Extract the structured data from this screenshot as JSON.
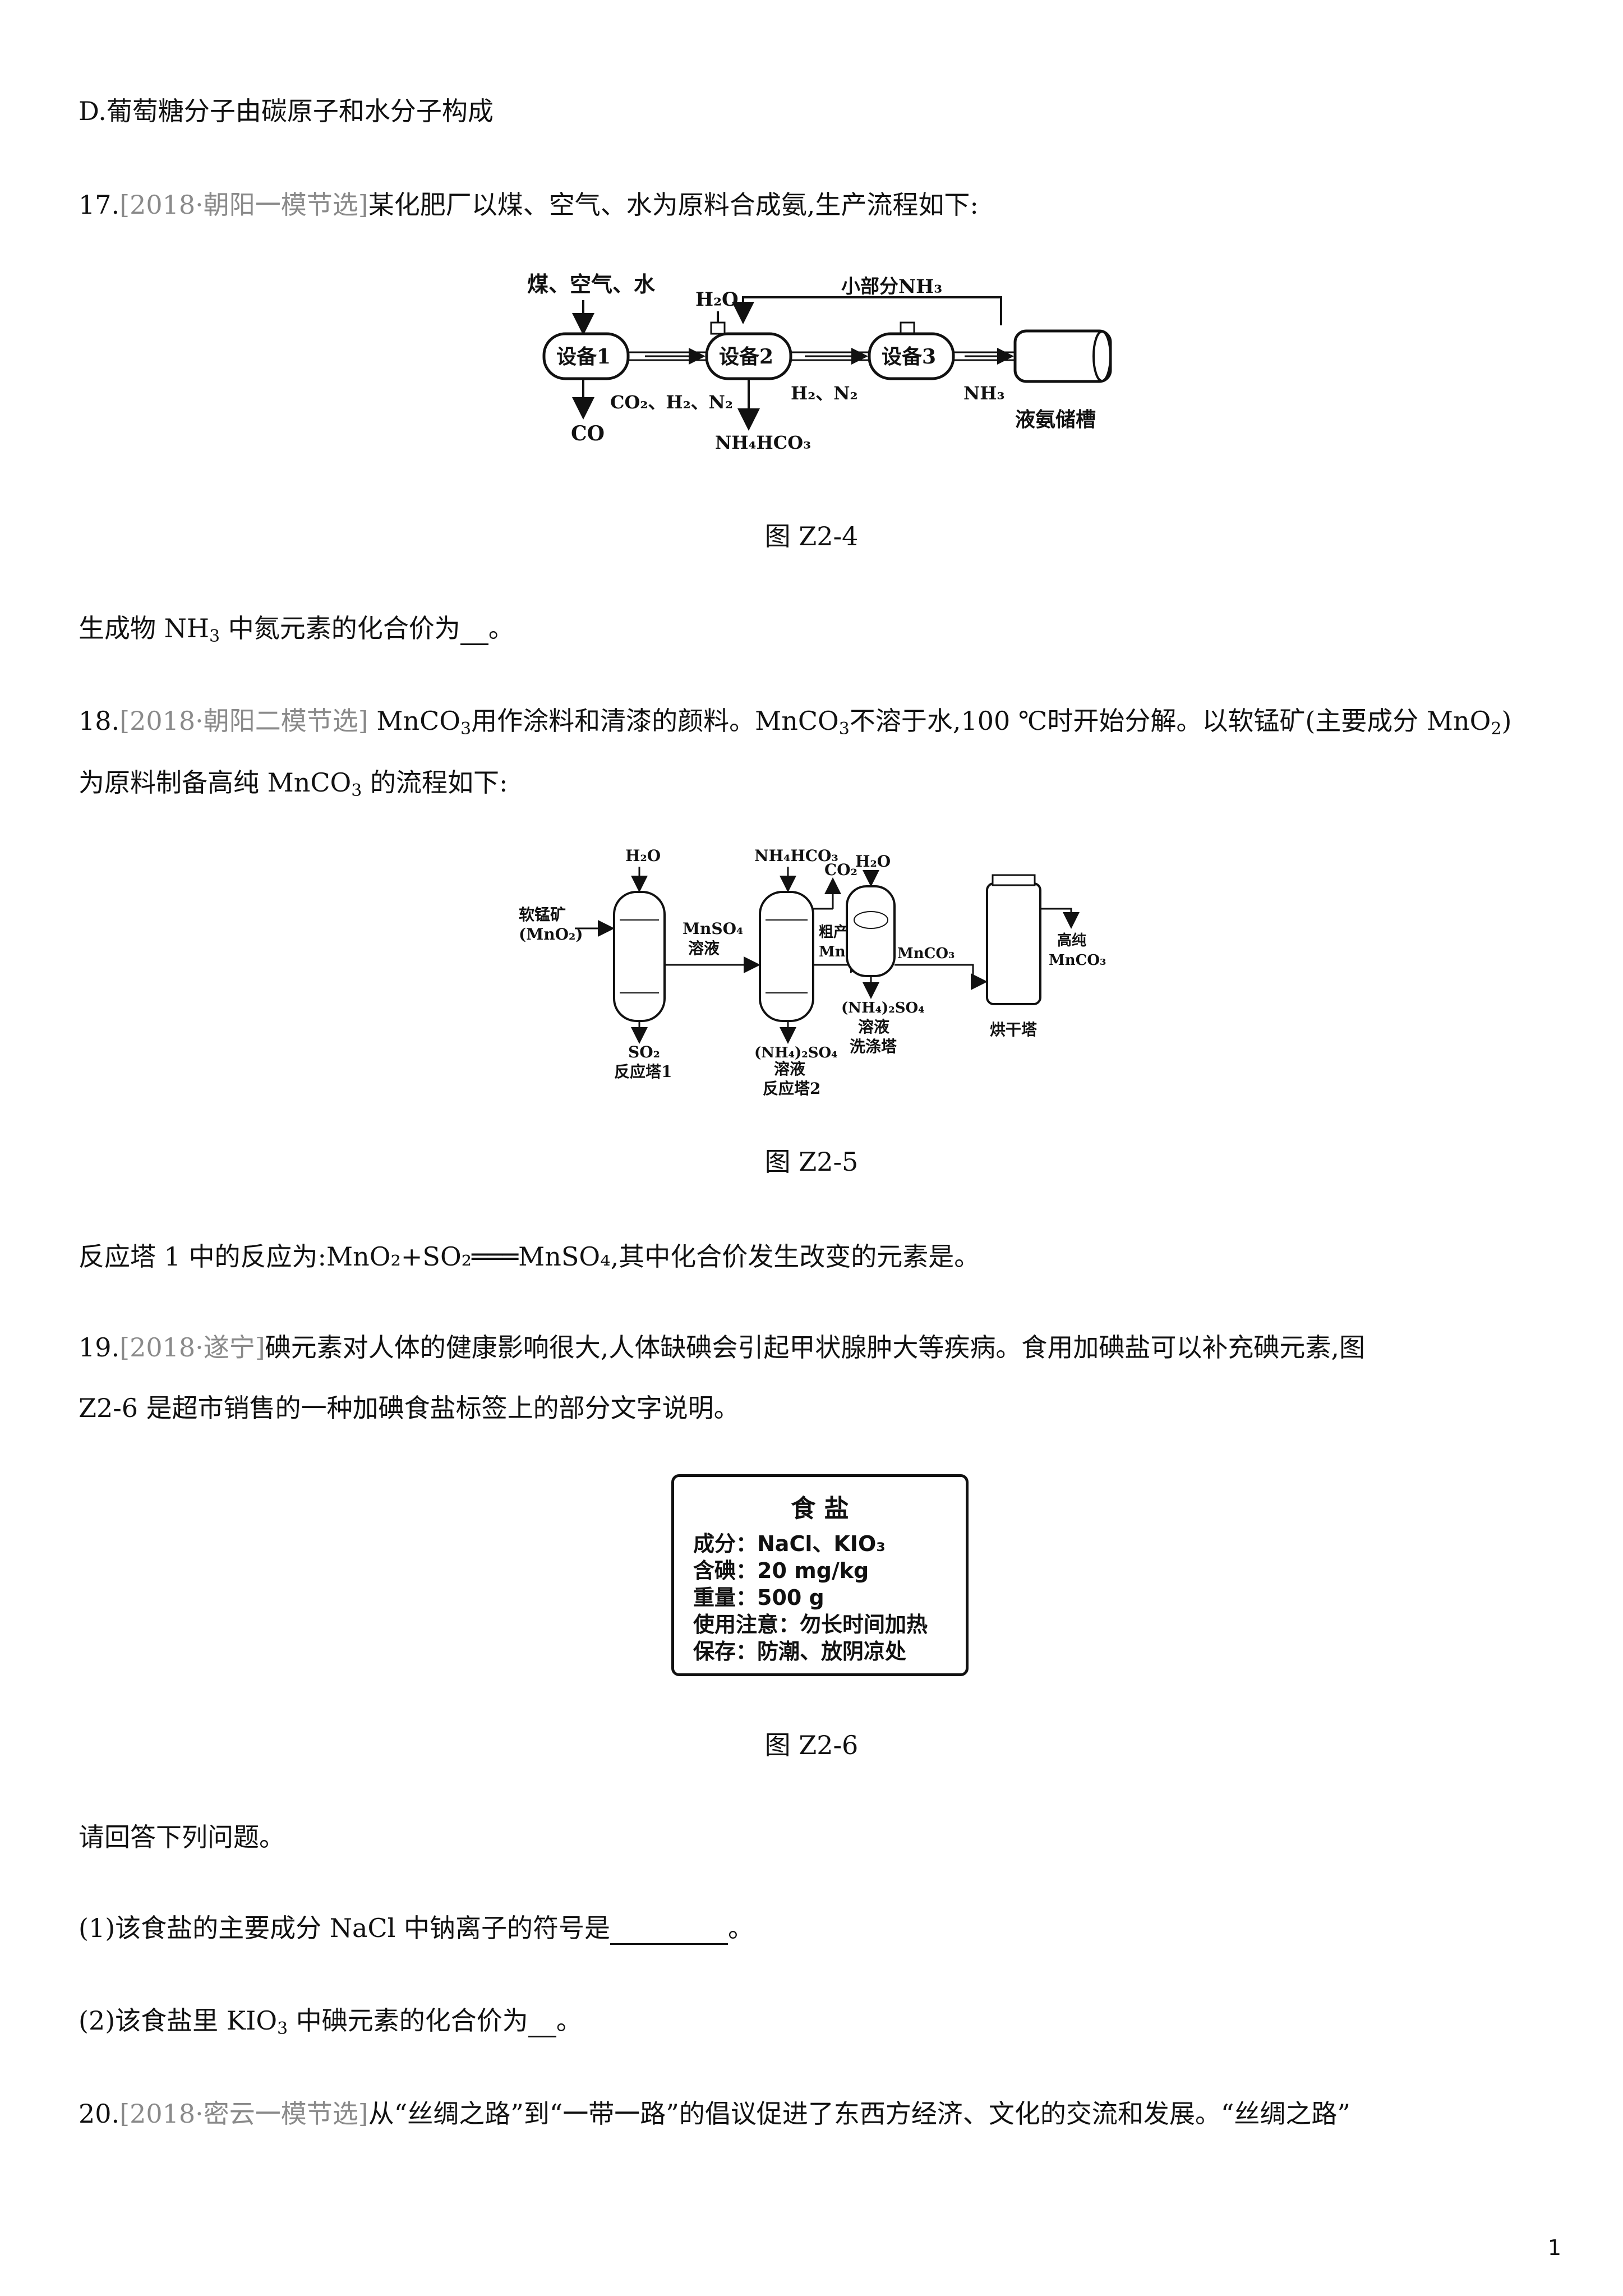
{
  "line_d": "D.葡萄糖分子由碳原子和水分子构成",
  "q17": {
    "num": "17.",
    "source": "[2018·朝阳一模节选]",
    "text": "某化肥厂以煤、空气、水为原料合成氨,生产流程如下:",
    "fig": {
      "input_top": "煤、空气、水",
      "h2o": "H₂O",
      "recycle": "小部分NH₃",
      "dev1": "设备1",
      "dev2": "设备2",
      "dev3": "设备3",
      "co": "CO",
      "gas12": "CO₂、H₂、N₂",
      "gas23": "H₂、N₂",
      "nh4hco3": "NH₄HCO₃",
      "nh3": "NH₃",
      "tank": "液氨储槽"
    },
    "caption": "图 Z2-4",
    "question_a": "生成物 NH",
    "question_sub": "3",
    "question_b": " 中氮元素的化合价为"
  },
  "q18": {
    "num": "18.",
    "source": "[2018·朝阳二模节选]",
    "text1": "MnCO",
    "text1_sub": "3",
    "text2": "用作涂料和清漆的颜料。MnCO",
    "text2_sub": "3",
    "text3": "不溶于水,100 ℃时开始分解。以软锰矿(主要成分 MnO",
    "text3_sub": "2",
    "text4": ")",
    "line2_a": "为原料制备高纯 MnCO",
    "line2_sub": "3",
    "line2_b": " 的流程如下:",
    "fig": {
      "ore": "软锰矿",
      "ore_formula": "(MnO₂)",
      "h2o_1": "H₂O",
      "so2": "SO₂",
      "tower1": "反应塔1",
      "mnso4": "MnSO₄",
      "solution": "溶液",
      "nh4hco3": "NH₄HCO₃",
      "co2": "CO₂",
      "crude": "粗产品",
      "mnco3_crude": "MnCO₃",
      "nh4so4_1": "(NH₄)₂SO₄",
      "solution2": "溶液",
      "tower2": "反应塔2",
      "h2o_2": "H₂O",
      "mnco3": "MnCO₃",
      "nh4so4_2": "(NH₄)₂SO₄",
      "solution3": "溶液",
      "wash": "洗涤塔",
      "dryer": "烘干塔",
      "pure": "高纯",
      "pure_formula": "MnCO₃"
    },
    "caption": "图 Z2-5",
    "question": "反应塔 1 中的反应为:MnO₂+SO₂═══MnSO₄,其中化合价发生改变的元素是。"
  },
  "q19": {
    "num": "19.",
    "source": "[2018·遂宁]",
    "text1": "碘元素对人体的健康影响很大,人体缺碘会引起甲状腺肿大等疾病。食用加碘盐可以补充碘元素,图",
    "text2": "Z2-6 是超市销售的一种加碘食盐标签上的部分文字说明。",
    "label": {
      "title": "食 盐",
      "rows": [
        "成分：NaCl、KIO₃",
        "含碘：20 mg/kg",
        "重量：500 g",
        "使用注意：勿长时间加热",
        "保存：防潮、放阴凉处"
      ]
    },
    "caption": "图 Z2-6",
    "prompt": "请回答下列问题。",
    "sub1": "(1)该食盐的主要成分 NaCl 中钠离子的符号是",
    "sub2_a": "(2)该食盐里 KIO",
    "sub2_sub": "3",
    "sub2_b": " 中碘元素的化合价为"
  },
  "q20": {
    "num": "20.",
    "source": "[2018·密云一模节选]",
    "text": "从“丝绸之路”到“一带一路”的倡议促进了东西方经济、文化的交流和发展。“丝绸之路”"
  },
  "page_number": "1"
}
